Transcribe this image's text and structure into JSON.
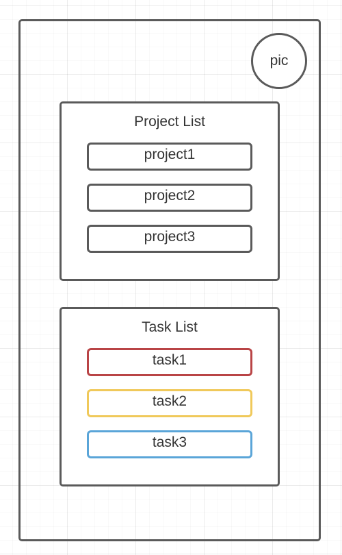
{
  "avatar": {
    "label": "pic"
  },
  "project_list": {
    "title": "Project List",
    "items": [
      {
        "label": "project1"
      },
      {
        "label": "project2"
      },
      {
        "label": "project3"
      }
    ]
  },
  "task_list": {
    "title": "Task List",
    "items": [
      {
        "label": "task1",
        "color": "#b94446"
      },
      {
        "label": "task2",
        "color": "#f0c95a"
      },
      {
        "label": "task3",
        "color": "#5aa5d8"
      }
    ]
  }
}
